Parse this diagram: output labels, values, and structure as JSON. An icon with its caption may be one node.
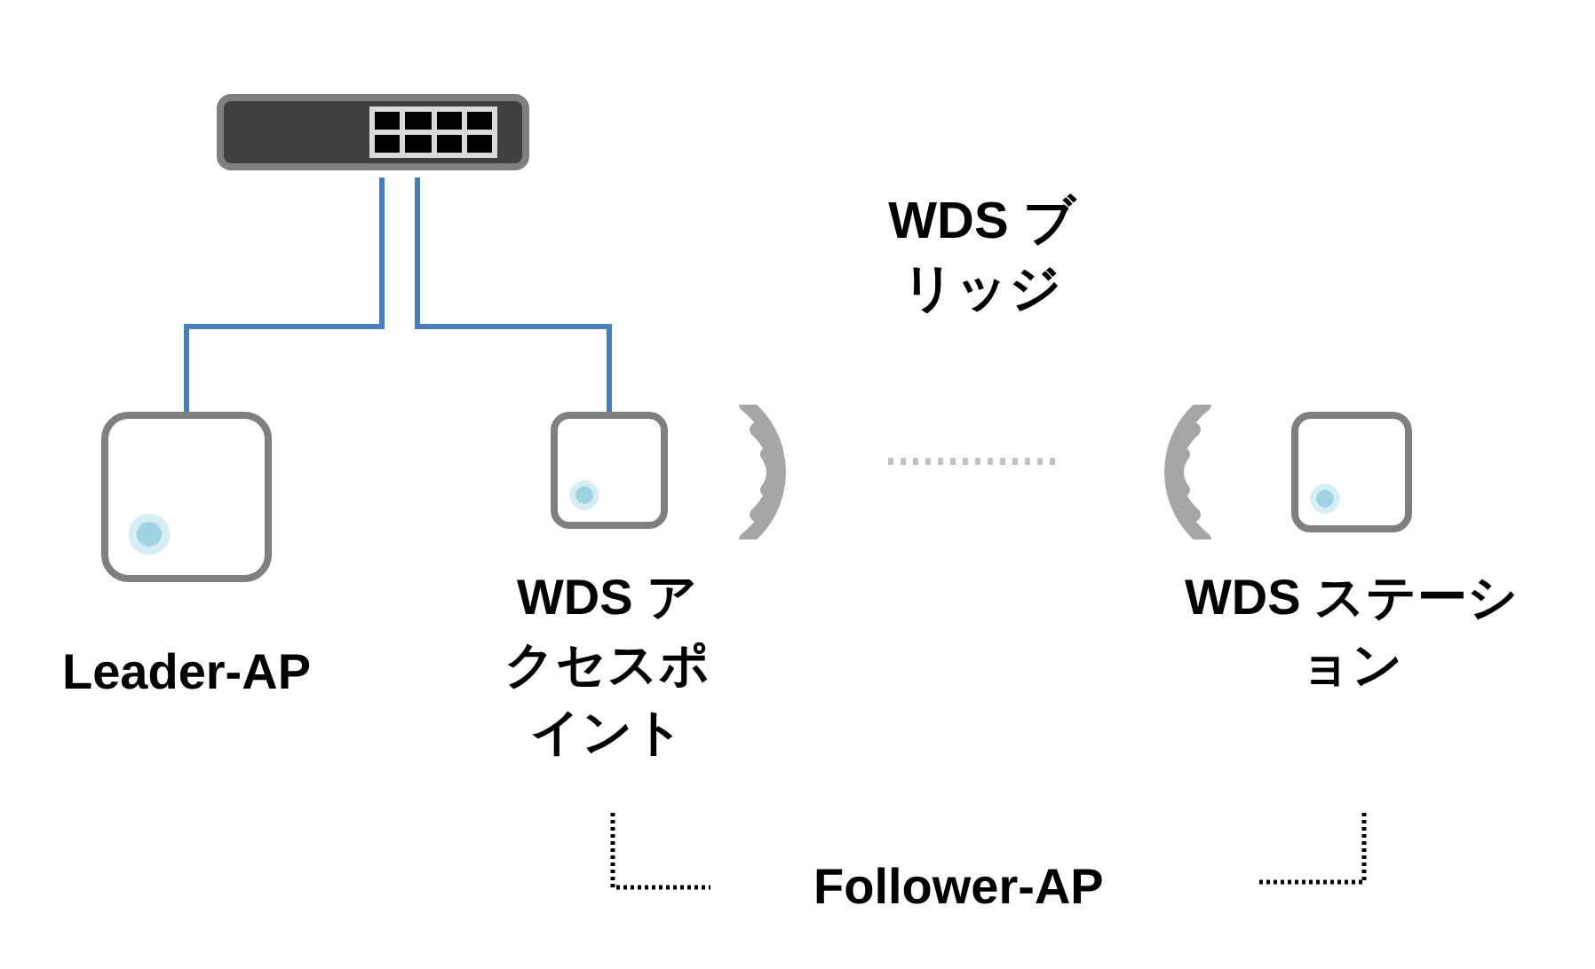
{
  "diagram": {
    "nodes": [
      {
        "text": [],
        "shape": "box"
      },
      {
        "text": [
          "Leader-AP"
        ]
      },
      {
        "text": [
          "WDS アクセスポイント"
        ]
      },
      {
        "text": [
          "WDS ステーション"
        ]
      }
    ],
    "edges": [
      {
        "from": 0,
        "to": 1,
        "arrow": "none"
      },
      {
        "from": 0,
        "to": 2,
        "arrow": "none"
      },
      {
        "from": 2,
        "to": 3,
        "arrow": "none",
        "label": "WDS ブリッジ",
        "style": "dashed",
        "color": "#c0c0c0"
      }
    ],
    "labels": [
      "Follower-AP"
    ]
  }
}
